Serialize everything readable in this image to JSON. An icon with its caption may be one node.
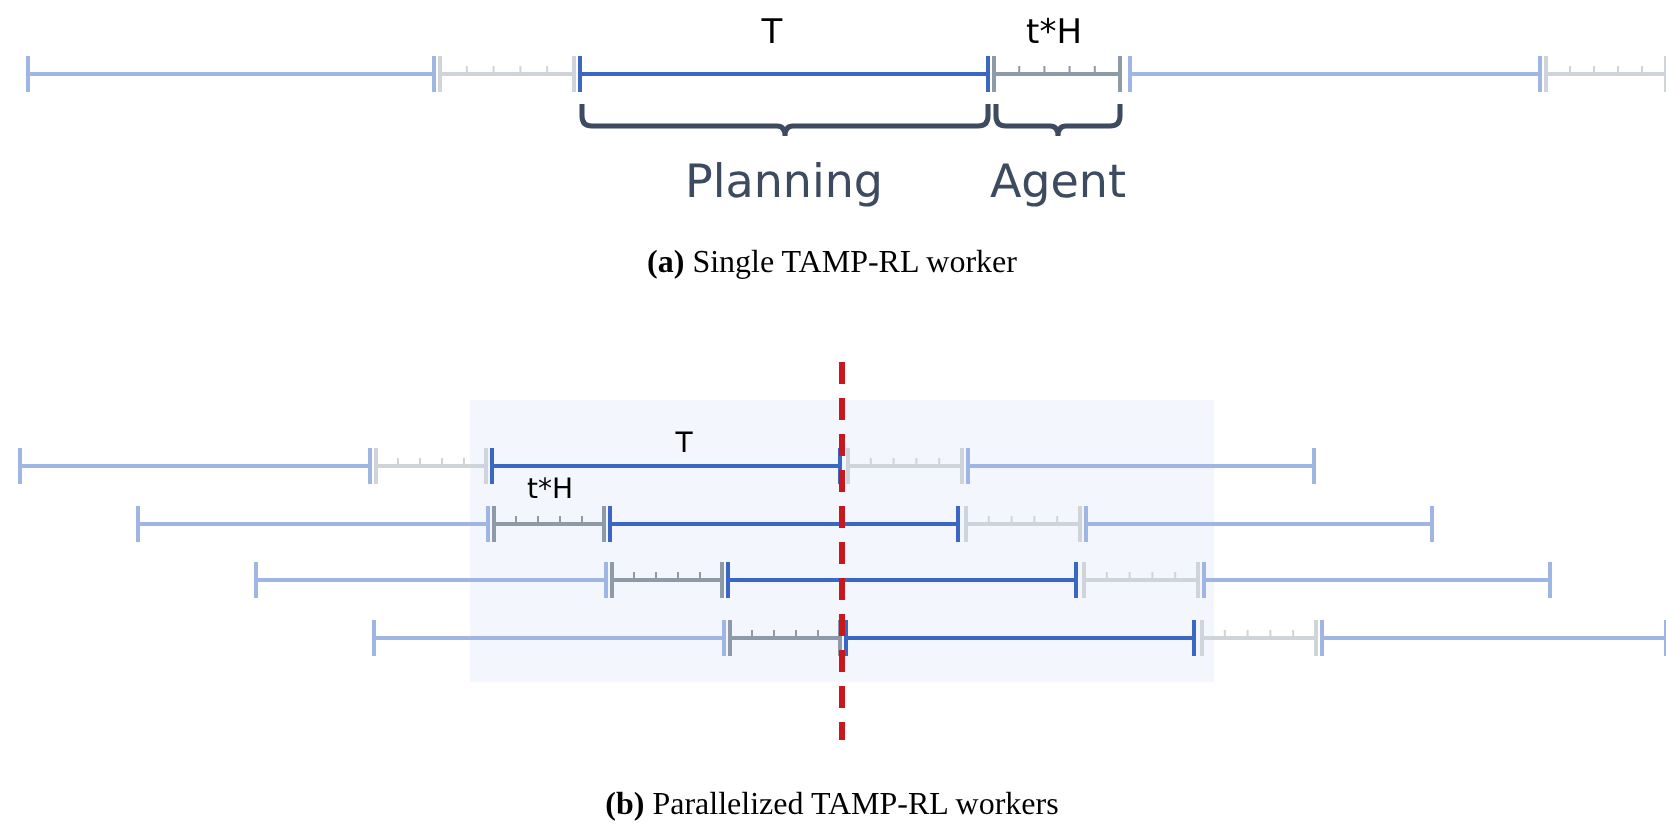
{
  "diagram": {
    "labels": [
      "T",
      "t*H",
      "Planning",
      "Agent",
      "**(a)** Single TAMP-RL worker",
      "T",
      "t*H",
      "**(b)** Parallelized TAMP-RL workers"
    ]
  }
}
